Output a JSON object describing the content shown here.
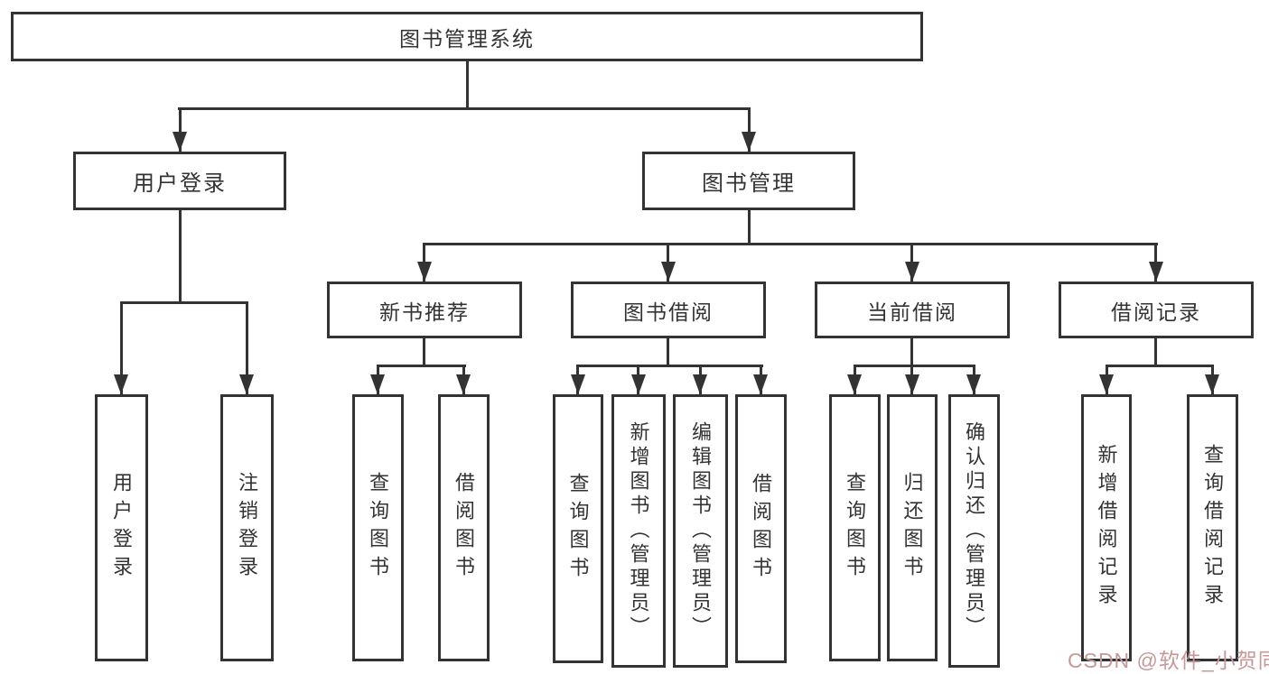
{
  "colors": {
    "line": "#333333",
    "text": "#333333",
    "background": "#ffffff",
    "box_background": "#ffffff",
    "watermark": "#c79898"
  },
  "nodes": {
    "root": "图书管理系统",
    "user_login": "用户登录",
    "book_management": "图书管理",
    "new_book_recommend": "新书推荐",
    "book_borrow": "图书借阅",
    "current_borrow": "当前借阅",
    "borrow_record": "借阅记录",
    "leaves": {
      "user_login": "用户登录",
      "logout": "注销登录",
      "nb_query_book": "查询图书",
      "nb_borrow_book": "借阅图书",
      "bb_query_book": "查询图书",
      "bb_add_book": "新增图书（管理员）",
      "bb_edit_book": "编辑图书（管理员）",
      "bb_borrow_book": "借阅图书",
      "cb_query_book": "查询图书",
      "cb_return_book": "归还图书",
      "cb_confirm_return": "确认归还（管理员）",
      "br_add_record": "新增借阅记录",
      "br_query_record": "查询借阅记录"
    }
  },
  "watermark": {
    "text": "CSDN @软件_小贺同学"
  }
}
